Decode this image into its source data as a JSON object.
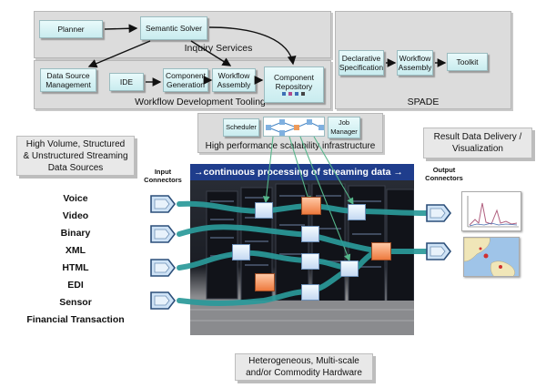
{
  "inquiry": {
    "title": "Inquiry Services",
    "planner": "Planner",
    "semantic_solver": "Semantic Solver"
  },
  "tooling": {
    "title": "Workflow Development Tooling",
    "data_source_mgmt": "Data Source Management",
    "ide": "IDE",
    "component_generation": "Component Generation",
    "workflow_assembly": "Workflow Assembly",
    "component_repository": "Component Repository"
  },
  "spade": {
    "title": "SPADE",
    "declarative_spec": "Declarative Specification",
    "workflow_assembly": "Workflow Assembly",
    "toolkit": "Toolkit"
  },
  "infra": {
    "title": "High performance scalability infrastructure",
    "scheduler": "Scheduler",
    "job_manager": "Job Manager"
  },
  "sources_box": "High Volume, Structured & Unstructured Streaming Data Sources",
  "result_box": "Result Data Delivery / Visualization",
  "hardware_box": "Heterogeneous, Multi-scale and/or Commodity Hardware",
  "banner": "→continuous processing of streaming data →",
  "input_connectors": "Input Connectors",
  "output_connectors": "Output Connectors",
  "sources": [
    "Voice",
    "Video",
    "Binary",
    "XML",
    "HTML",
    "EDI",
    "Sensor",
    "Financial Transaction"
  ],
  "colors": {
    "panel": "#dcdcdc",
    "banner": "#1f3d8c",
    "flow": "#2a9a9a",
    "hot_operator": "#ee7a3e"
  }
}
